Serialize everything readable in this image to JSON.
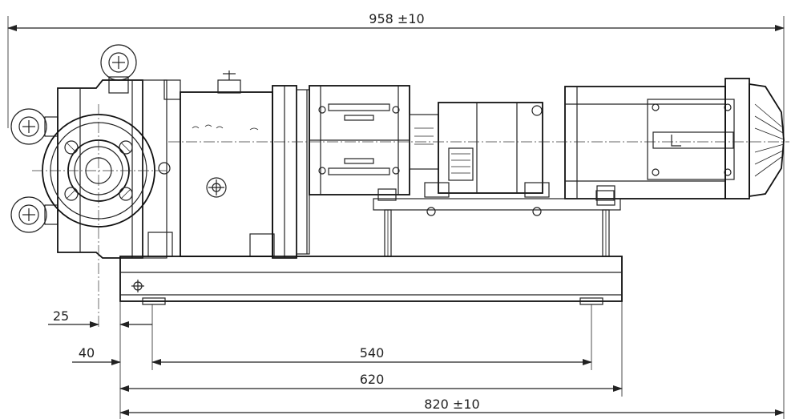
{
  "drawing": {
    "dimensions": {
      "overall_length": "958 ±10",
      "base_length": "820 ±10",
      "base_span": "620",
      "bolt_spacing": "540",
      "offset_40": "40",
      "offset_25": "25"
    },
    "colors": {
      "line": "#222222",
      "background": "#ffffff"
    }
  }
}
